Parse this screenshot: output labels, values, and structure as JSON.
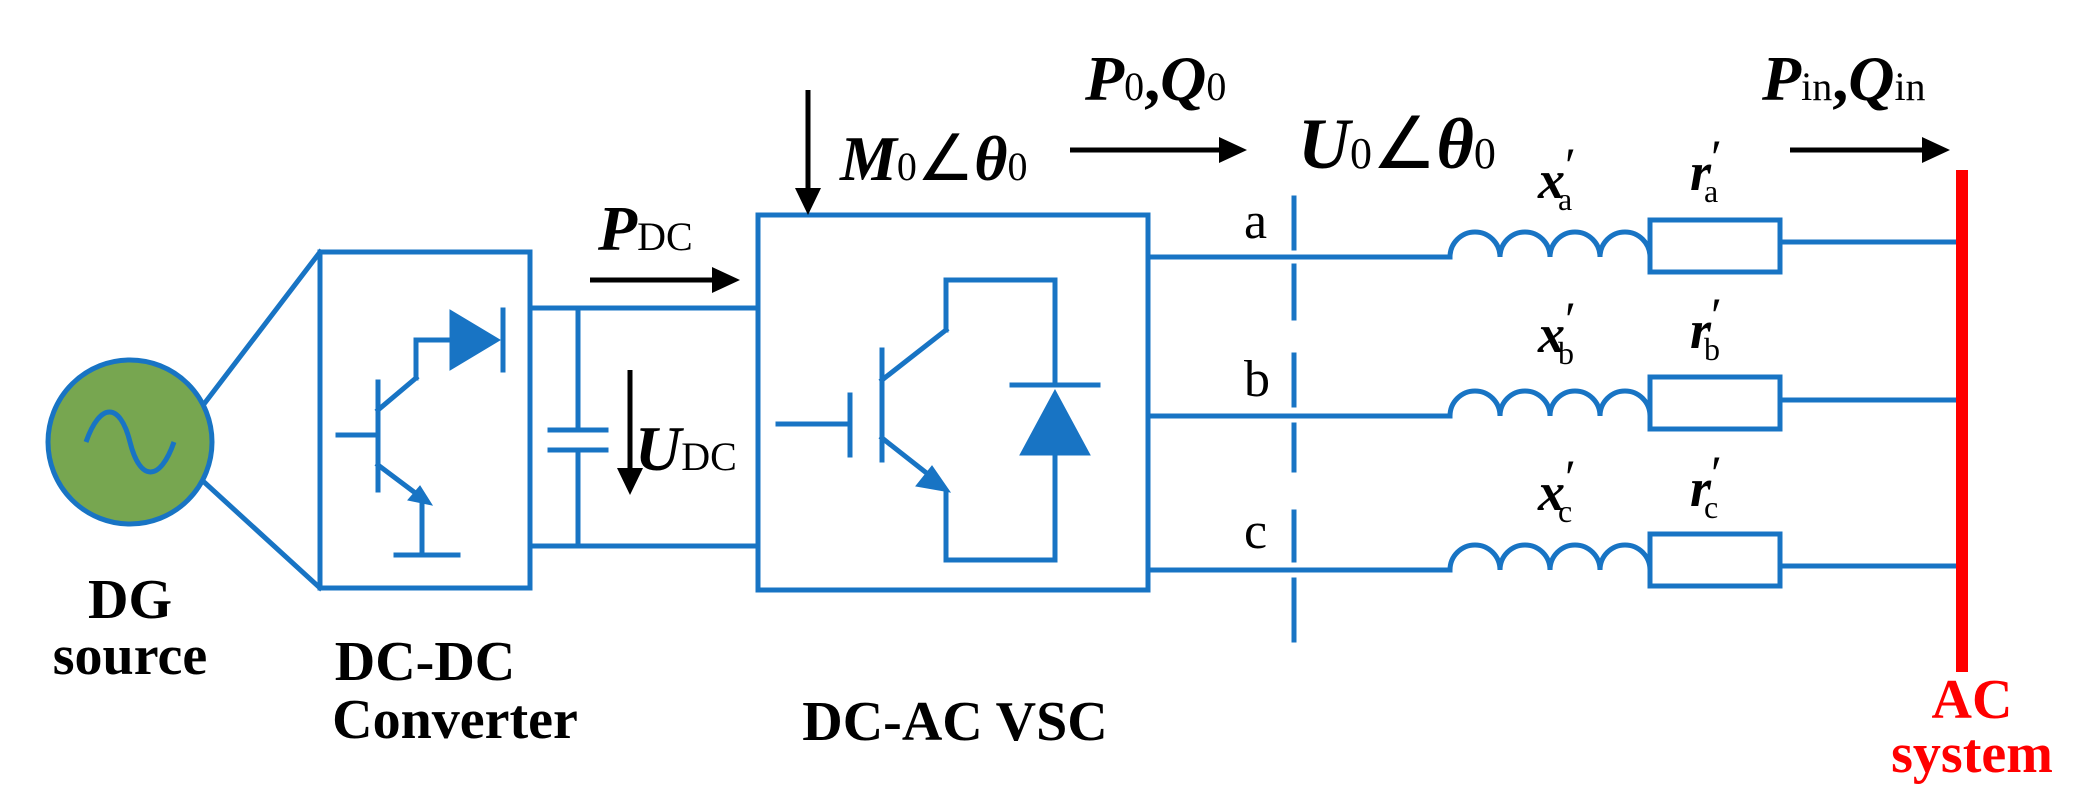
{
  "labels": {
    "dg_source_line1": "DG",
    "dg_source_line2": "source",
    "dcdc_line1": "DC-DC",
    "dcdc_line2": "Converter",
    "dcac": "DC-AC VSC",
    "ac_line1": "AC",
    "ac_line2": "system",
    "phase_a": "a",
    "phase_b": "b",
    "phase_c": "c"
  },
  "symbols": {
    "p_dc": "P",
    "p_dc_sub": "DC",
    "u_dc": "U",
    "u_dc_sub": "DC",
    "m0_main": "M",
    "m0_sub": "0",
    "m0_angle": "∠",
    "theta": "θ",
    "theta_sub": "0",
    "p0": "P",
    "p0_sub": "0",
    "comma": ",",
    "q0": "Q",
    "q0_sub": "0",
    "u0": "U",
    "u0_sub": "0",
    "u0_angle": "∠",
    "u0_theta": "θ",
    "u0_theta_sub": "0",
    "pin": "P",
    "pin_sub": "in",
    "qin": "Q",
    "qin_sub": "in",
    "x": "x",
    "r": "r",
    "prime": "′",
    "sub_a": "a",
    "sub_b": "b",
    "sub_c": "c"
  },
  "colors": {
    "wire": "#1874c4",
    "dg_fill": "#77a650",
    "ac_bus": "#ff0000",
    "ac_text": "#ff0000",
    "text": "#000000"
  }
}
